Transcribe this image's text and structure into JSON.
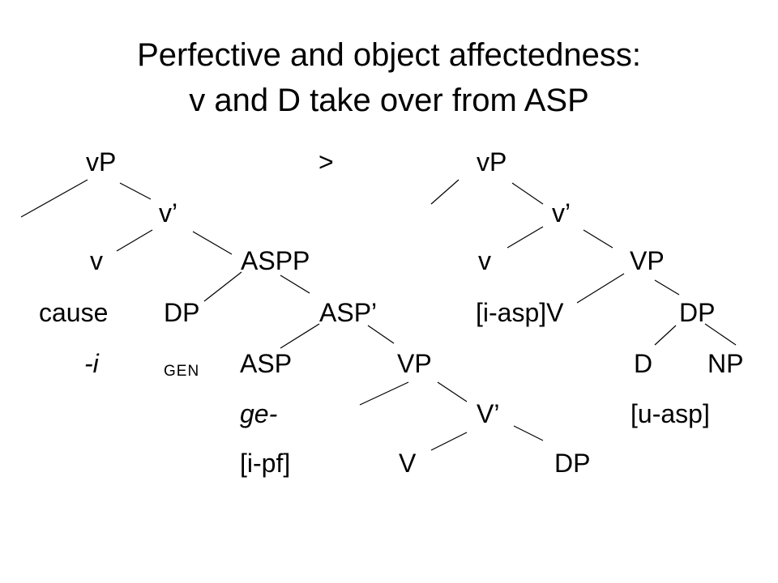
{
  "title": {
    "line1": "Perfective and object affectedness:",
    "line2": "v and D take over from ASP"
  },
  "left_tree": {
    "vP": "vP",
    "v_bar": "v’",
    "v": "v",
    "ASPP": "ASPP",
    "cause": "cause",
    "DP": "DP",
    "ASP_bar": "ASP’",
    "i_suffix": "-i",
    "gen": "GEN",
    "ASP": "ASP",
    "VP": "VP",
    "ge": "ge-",
    "V_bar": "V’",
    "i_pf": "[i-pf]",
    "V": "V",
    "DP2": "DP"
  },
  "arrow": ">",
  "right_tree": {
    "vP": "vP",
    "v_bar": "v’",
    "v": "v",
    "VP": "VP",
    "i_asp_V": "[i-asp]V",
    "DP": "DP",
    "D": "D",
    "NP": "NP",
    "u_asp": "[u-asp]"
  }
}
